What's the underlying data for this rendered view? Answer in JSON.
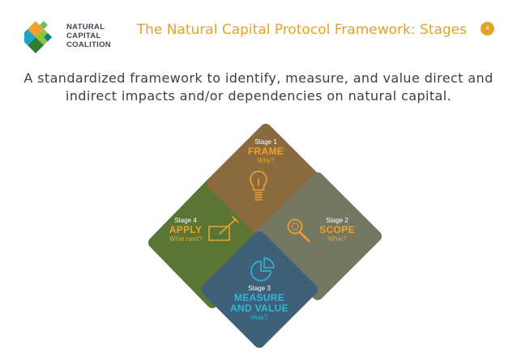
{
  "logo": {
    "lines": [
      "NATURAL",
      "CAPITAL",
      "COALITION"
    ]
  },
  "title": "The Natural Capital Protocol Framework: Stages",
  "page_number": "4",
  "subtitle": "A standardized framework to identify, measure, and value direct and indirect impacts and/or dependencies on natural capital.",
  "stages": [
    {
      "label": "Stage 1",
      "name": "FRAME",
      "question": "Why?",
      "icon": "lightbulb-icon",
      "color": "#8a6a3e",
      "accent": "#f0a12b"
    },
    {
      "label": "Stage 2",
      "name": "SCOPE",
      "question": "What?",
      "icon": "magnifier-icon",
      "color": "#747761",
      "accent": "#f0a12b"
    },
    {
      "label": "Stage 3",
      "name_lines": [
        "MEASURE",
        "AND VALUE"
      ],
      "question": "How?",
      "icon": "pie-chart-icon",
      "color": "#3e6079",
      "accent": "#2fb8d8"
    },
    {
      "label": "Stage 4",
      "name": "APPLY",
      "question": "What next?",
      "icon": "edit-icon",
      "color": "#5b7534",
      "accent": "#f0a12b"
    }
  ]
}
